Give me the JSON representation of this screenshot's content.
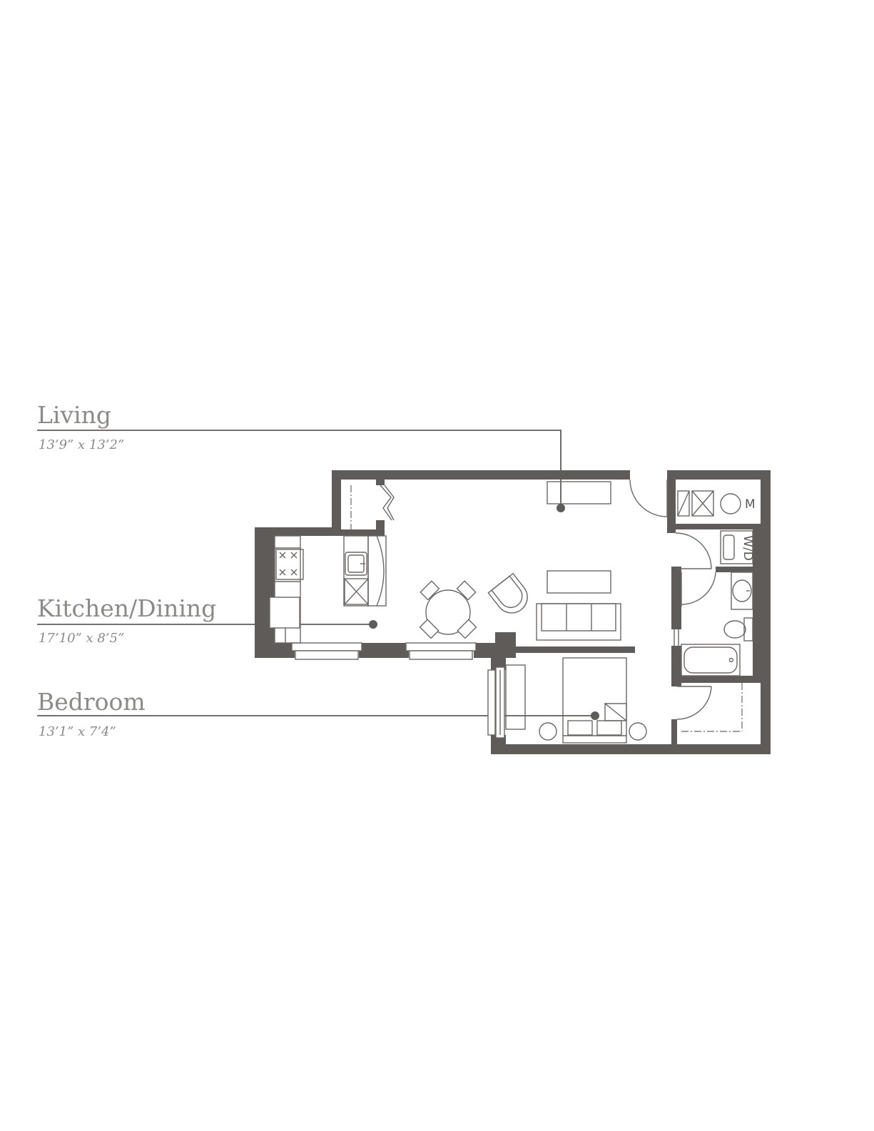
{
  "rooms": [
    {
      "name": "Living",
      "dimensions": "13’9” x 13’2”"
    },
    {
      "name": "Kitchen/Dining",
      "dimensions": "17’10” x 8’5”"
    },
    {
      "name": "Bedroom",
      "dimensions": "13’1” x 7’4”"
    }
  ],
  "fixtures": {
    "mechanical": "M",
    "washer_dryer": "W/D"
  },
  "colors": {
    "wall": "#5f5b58",
    "label_text": "#8b8a87",
    "line": "#6b6764",
    "background": "#ffffff"
  }
}
